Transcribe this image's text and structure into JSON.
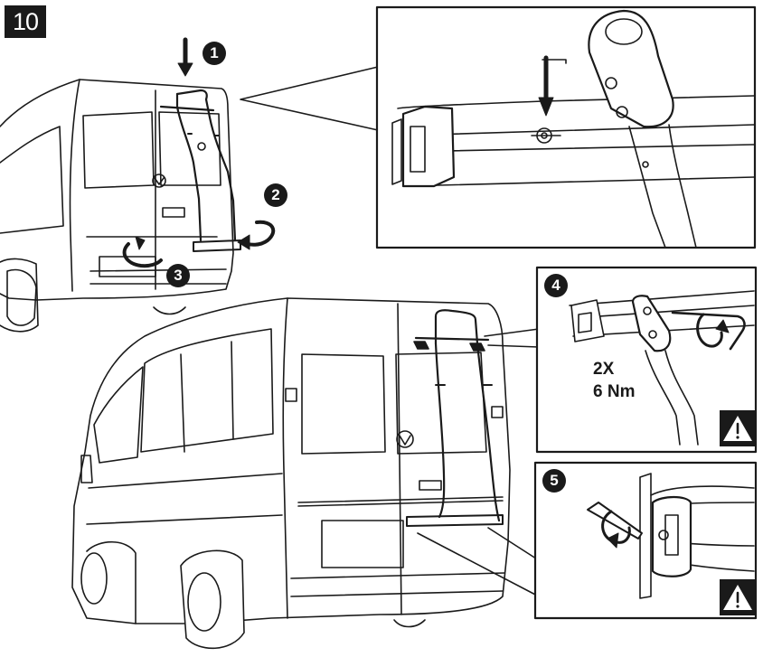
{
  "step": {
    "label": "10"
  },
  "callouts": [
    {
      "label": "1"
    },
    {
      "label": "2"
    },
    {
      "label": "3"
    },
    {
      "label": "4"
    },
    {
      "label": "5"
    }
  ],
  "torque_spec": {
    "quantity": "2X",
    "torque": "6 Nm"
  },
  "icons": [
    "arrow-down-icon",
    "rotate-arrow-icon",
    "hex-key-icon",
    "warning-icon",
    "vw-logo-icon"
  ],
  "colors": {
    "ink": "#1a1a1a",
    "paper": "#ffffff"
  }
}
